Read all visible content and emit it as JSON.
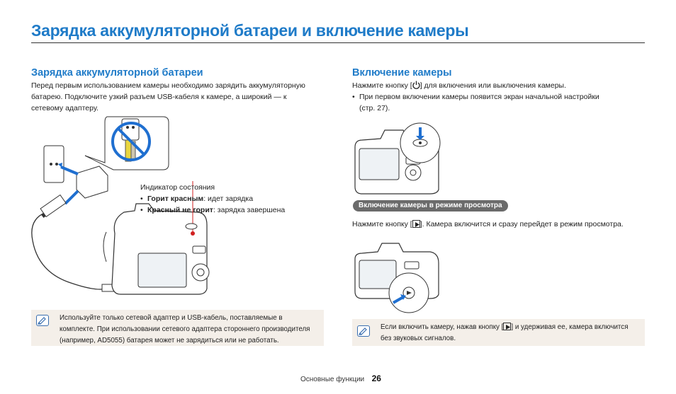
{
  "page_title": "Зарядка аккумуляторной батареи и включение камеры",
  "left": {
    "heading": "Зарядка аккумуляторной батареи",
    "intro_lines": [
      "Перед первым использованием камеры необходимо зарядить аккумуляторную",
      "батарею. Подключите узкий разъем USB-кабеля к камере, а широкий — к",
      "сетевому адаптеру."
    ],
    "indicator": {
      "label": "Индикатор состояния",
      "items": [
        {
          "bold": "Горит красным",
          "rest": ": идет зарядка"
        },
        {
          "bold": "Красный не горит",
          "rest": ": зарядка завершена"
        }
      ]
    },
    "note_lines": [
      "Используйте только сетевой адаптер и USB-кабель, поставляемые в",
      "комплекте. При использовании сетевого адаптера стороннего производителя",
      "(например, AD5055) батарея может не зарядиться или не работать."
    ]
  },
  "right": {
    "heading": "Включение камеры",
    "press_line": {
      "before": "Нажмите кнопку [",
      "after": "] для включения или выключения камеры."
    },
    "bullet_lines": [
      "При первом включении камеры появится экран начальной настройки",
      "(стр. 27)."
    ],
    "playback_label": "Включение камеры в режиме просмотра",
    "playback_line": {
      "before": "Нажмите кнопку [",
      "after": "]. Камера включится и сразу перейдет в режим просмотра."
    },
    "note_lines": {
      "line1_before": "Если включить камеру, нажав кнопку [",
      "line1_after": "] и удерживая ее, камера включится",
      "line2": "без звуковых сигналов."
    }
  },
  "footer": {
    "section": "Основные функции",
    "page": "26"
  },
  "colors": {
    "accent": "#1f7bc8",
    "note_bg": "#f4efe9",
    "pill_bg": "#6b6b6b",
    "led": "#d02020"
  },
  "icons": [
    "power-icon",
    "play-icon",
    "note-pencil-icon",
    "prohibited-icon",
    "arrow-icon"
  ]
}
